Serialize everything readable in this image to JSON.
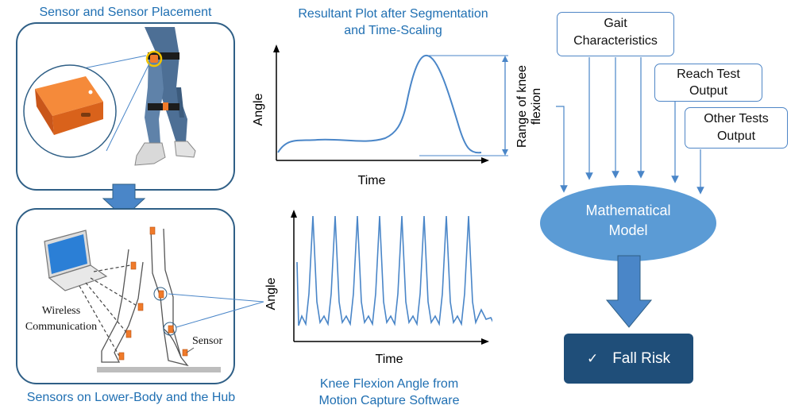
{
  "captions": {
    "sensor_placement": "Sensor and Sensor Placement",
    "lower_body": "Sensors on Lower-Body and the Hub",
    "resultant_plot_line1": "Resultant Plot after Segmentation",
    "resultant_plot_line2": "and Time-Scaling",
    "knee_flexion_line1": "Knee Flexion Angle from",
    "knee_flexion_line2": "Motion Capture Software"
  },
  "top_plot": {
    "y_label": "Angle",
    "x_label": "Time",
    "range_label_line1": "Range of knee",
    "range_label_line2": "flexion"
  },
  "bottom_plot": {
    "y_label": "Angle",
    "x_label": "Time"
  },
  "hub_panel": {
    "wireless_line1": "Wireless",
    "wireless_line2": "Communication",
    "sensor_label": "Sensor"
  },
  "inputs": {
    "gait_line1": "Gait",
    "gait_line2": "Characteristics",
    "reach_line1": "Reach Test",
    "reach_line2": "Output",
    "other_line1": "Other Tests",
    "other_line2": "Output"
  },
  "model": {
    "line1": "Mathematical",
    "line2": "Model"
  },
  "result": {
    "check_icon": "checkmark-icon",
    "label": "Fall Risk"
  },
  "colors": {
    "accent_blue": "#4a86c8",
    "model_fill": "#5b9bd5",
    "result_fill": "#1f4e79",
    "caption_blue": "#1f6fb2",
    "sensor_orange": "#f07a2a"
  }
}
